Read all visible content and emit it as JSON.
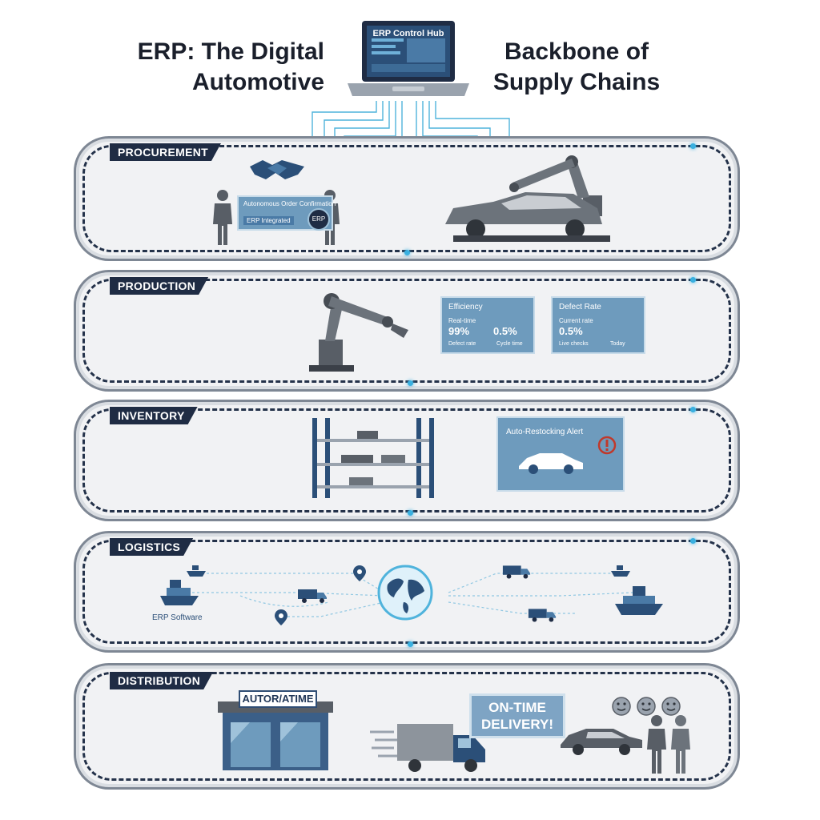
{
  "title": {
    "left": "ERP: The Digital Automotive",
    "right": "Backbone of Supply Chains"
  },
  "hub": {
    "label": "ERP Control Hub",
    "icon": "laptop-icon"
  },
  "stages": [
    {
      "label": "PROCUREMENT",
      "panel_title": "Autonomous Order Confirmation",
      "panel_sub": "ERP Integrated",
      "badge": "ERP",
      "icons": [
        "handshake-icon",
        "person-icon",
        "robot-arm-icon",
        "car-chassis-icon"
      ]
    },
    {
      "label": "PRODUCTION",
      "panels": [
        {
          "title": "Efficiency",
          "left_label": "Real-time",
          "left_value": "99%",
          "right_value": "0.5%",
          "footer_left": "Defect rate",
          "footer_right": "Cycle time"
        },
        {
          "title": "Defect Rate",
          "left_label": "Current rate",
          "left_value": "0.5%",
          "footer_left": "Live checks",
          "footer_right": "Today"
        }
      ],
      "icons": [
        "robot-arm-icon"
      ]
    },
    {
      "label": "INVENTORY",
      "panel_title": "Auto-Restocking Alert",
      "icons": [
        "shelving-icon",
        "car-icon",
        "alert-icon"
      ]
    },
    {
      "label": "LOGISTICS",
      "caption": "ERP Software",
      "icons": [
        "ship-icon",
        "truck-icon",
        "globe-icon",
        "location-pin-icon"
      ]
    },
    {
      "label": "DISTRIBUTION",
      "store_sign": "AUTOR/ATIME",
      "delivery_line1": "ON-TIME",
      "delivery_line2": "DELIVERY!",
      "icons": [
        "dealership-icon",
        "truck-icon",
        "car-icon",
        "customers-icon",
        "smiley-icon"
      ]
    }
  ],
  "colors": {
    "navy": "#1f2c44",
    "steel": "#6e9bbd",
    "accent": "#3ab0e0",
    "band": "#f1f2f4"
  }
}
